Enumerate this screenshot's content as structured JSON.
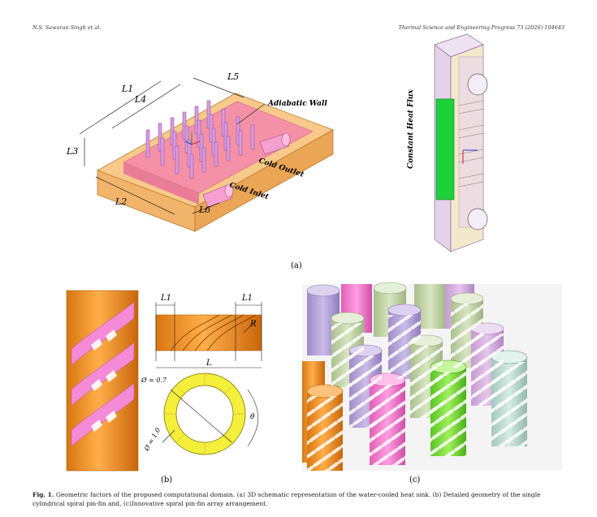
{
  "header": {
    "left": "N.S. Sawaran Singh et al.",
    "right": "Thermal Science and Engineering Progress 73 (2026) 104643"
  },
  "panel_a": {
    "label": "(a)",
    "dims": [
      "L1",
      "L4",
      "L5",
      "L3",
      "L2",
      "L6"
    ],
    "adiabatic_wall": "Adiabatic Wall",
    "cold_outlet": "Cold Outlet",
    "cold_inlet": "Cold Inlet",
    "heat_flux": "Constant Heat Flux"
  },
  "panel_b": {
    "label": "(b)",
    "l1_left": "L1",
    "l1_right": "L1",
    "l": "L",
    "r": "R",
    "d_inner": "Ø = 0.7",
    "d_outer": "Ø = 1.0",
    "theta": "θ"
  },
  "panel_c": {
    "label": "(c)"
  },
  "caption": {
    "fig": "Fig. 1.",
    "text": "Geometric factors of the proposed computational domain. (a) 3D schematic representation of the water-cooled heat sink. (b) Detailed geometry of the single cylindrical spiral pin-fin and, (c)Innovative spiral pin-fin array arrangement."
  },
  "colors": {
    "orange": "#f59a2a",
    "pink": "#f47fc8",
    "purple": "#b7a6d8",
    "green": "#7de03a",
    "sage": "#c6d8a8",
    "yellow": "#f5f03a"
  }
}
